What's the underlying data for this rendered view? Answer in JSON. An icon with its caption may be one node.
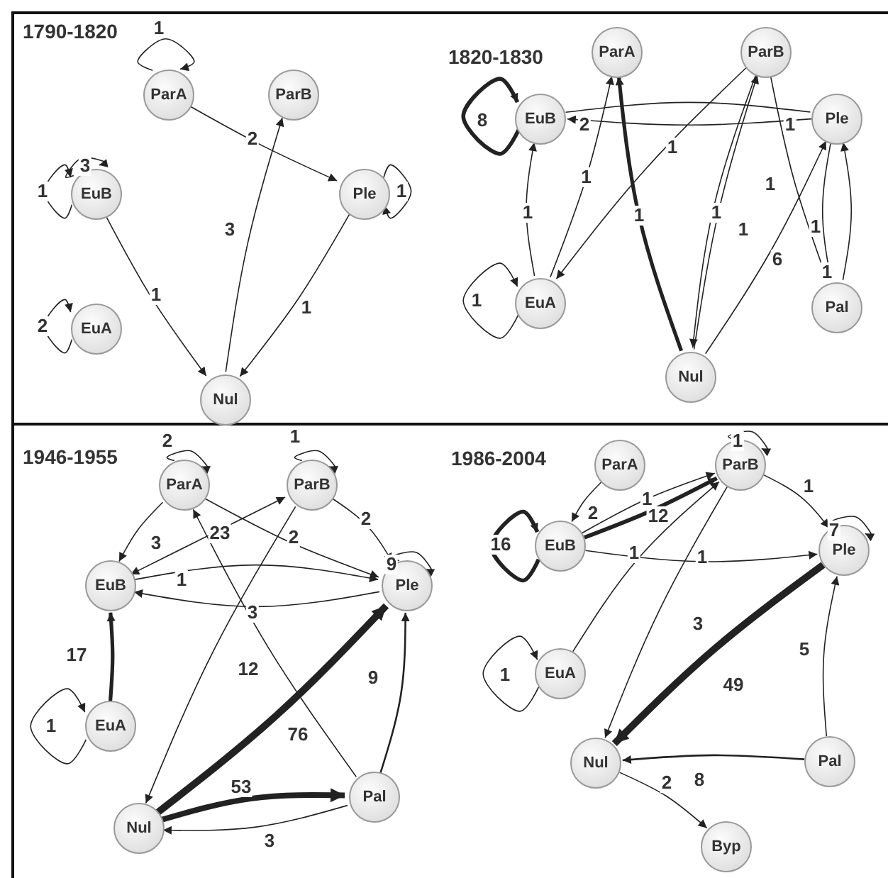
{
  "diagram": {
    "nodes": [
      {
        "text": [
          "1790-1820"
        ]
      },
      {
        "text": [
          "ParA"
        ],
        "in": 0
      },
      {
        "text": [
          "ParB"
        ],
        "in": 0
      },
      {
        "text": [
          "EuB"
        ],
        "in": 0
      },
      {
        "text": [
          "Ple"
        ],
        "in": 0
      },
      {
        "text": [
          "EuA"
        ],
        "in": 0
      },
      {
        "text": [
          "Nul"
        ],
        "in": 0
      },
      {
        "text": [
          "1820-1830"
        ]
      },
      {
        "text": [
          "ParA"
        ],
        "in": 7
      },
      {
        "text": [
          "ParB"
        ],
        "in": 7
      },
      {
        "text": [
          "EuB"
        ],
        "in": 7
      },
      {
        "text": [
          "Ple"
        ],
        "in": 7
      },
      {
        "text": [
          "EuA"
        ],
        "in": 7
      },
      {
        "text": [
          "Pal"
        ],
        "in": 7
      },
      {
        "text": [
          "Nul"
        ],
        "in": 7
      },
      {
        "text": [
          "1946-1955"
        ]
      },
      {
        "text": [
          "ParA"
        ],
        "in": 15
      },
      {
        "text": [
          "ParB"
        ],
        "in": 15
      },
      {
        "text": [
          "EuB"
        ],
        "in": 15
      },
      {
        "text": [
          "Ple"
        ],
        "in": 15
      },
      {
        "text": [
          "EuA"
        ],
        "in": 15
      },
      {
        "text": [
          "Pal"
        ],
        "in": 15
      },
      {
        "text": [
          "Nul"
        ],
        "in": 15
      },
      {
        "text": [
          "1986-2004"
        ]
      },
      {
        "text": [
          "ParA"
        ],
        "in": 23
      },
      {
        "text": [
          "ParB"
        ],
        "in": 23
      },
      {
        "text": [
          "EuB"
        ],
        "in": 23
      },
      {
        "text": [
          "Ple"
        ],
        "in": 23
      },
      {
        "text": [
          "EuA"
        ],
        "in": 23
      },
      {
        "text": [
          "Nul"
        ],
        "in": 23
      },
      {
        "text": [
          "Pal"
        ],
        "in": 23
      },
      {
        "text": [
          "Byp"
        ],
        "in": 23
      }
    ],
    "edges": [
      {
        "from": 1,
        "to": 1,
        "arrow": "to",
        "label": "1"
      },
      {
        "from": 3,
        "to": 3,
        "arrow": "to",
        "label": "3"
      },
      {
        "from": 3,
        "to": 3,
        "arrow": "to",
        "label": "1"
      },
      {
        "from": 4,
        "to": 4,
        "arrow": "to",
        "label": "1"
      },
      {
        "from": 5,
        "to": 5,
        "arrow": "to",
        "label": "2"
      },
      {
        "from": 1,
        "to": 4,
        "arrow": "to",
        "label": "2"
      },
      {
        "from": 3,
        "to": 6,
        "arrow": "to",
        "label": "1"
      },
      {
        "from": 4,
        "to": 6,
        "arrow": "to",
        "label": "1"
      },
      {
        "from": 6,
        "to": 2,
        "arrow": "to",
        "label": "3"
      },
      {
        "from": 10,
        "to": 10,
        "arrow": "to",
        "label": "8",
        "style": "thick"
      },
      {
        "from": 11,
        "to": 10,
        "arrow": "to",
        "label": "2"
      },
      {
        "from": 10,
        "to": 11,
        "arrow": "none",
        "label": "1"
      },
      {
        "from": 12,
        "to": 10,
        "arrow": "to",
        "label": "1"
      },
      {
        "from": 12,
        "to": 8,
        "arrow": "to",
        "label": "1"
      },
      {
        "from": 9,
        "to": 12,
        "arrow": "to",
        "label": "1"
      },
      {
        "from": 14,
        "to": 8,
        "arrow": "to",
        "label": "1",
        "style": "thick"
      },
      {
        "from": 9,
        "to": 14,
        "arrow": "to",
        "label": "1"
      },
      {
        "from": 14,
        "to": 9,
        "arrow": "to",
        "label": "1"
      },
      {
        "from": 9,
        "to": 13,
        "arrow": "to",
        "label": "1"
      },
      {
        "from": 11,
        "to": 13,
        "arrow": "to",
        "label": "1"
      },
      {
        "from": 13,
        "to": 11,
        "arrow": "to",
        "label": "1"
      },
      {
        "from": 14,
        "to": 11,
        "arrow": "to",
        "label": "6"
      },
      {
        "from": 12,
        "to": 12,
        "arrow": "to",
        "label": "1"
      },
      {
        "from": 16,
        "to": 16,
        "arrow": "to",
        "label": "2"
      },
      {
        "from": 17,
        "to": 17,
        "arrow": "to",
        "label": "1"
      },
      {
        "from": 19,
        "to": 19,
        "arrow": "to",
        "label": "9"
      },
      {
        "from": 16,
        "to": 18,
        "arrow": "to",
        "label": "3"
      },
      {
        "from": 18,
        "to": 17,
        "arrow": "both",
        "label": "23"
      },
      {
        "from": 16,
        "to": 19,
        "arrow": "to",
        "label": "2"
      },
      {
        "from": 17,
        "to": 19,
        "arrow": "to",
        "label": "2"
      },
      {
        "from": 18,
        "to": 19,
        "arrow": "to",
        "label": "1"
      },
      {
        "from": 19,
        "to": 18,
        "arrow": "to",
        "label": "3"
      },
      {
        "from": 20,
        "to": 18,
        "arrow": "to",
        "label": "17",
        "style": "thick"
      },
      {
        "from": 20,
        "to": 20,
        "arrow": "to",
        "label": "1"
      },
      {
        "from": 17,
        "to": 22,
        "arrow": "to",
        "label": "12"
      },
      {
        "from": 21,
        "to": 16,
        "arrow": "to"
      },
      {
        "from": 22,
        "to": 19,
        "arrow": "to",
        "label": "76",
        "style": "thick"
      },
      {
        "from": 22,
        "to": 21,
        "arrow": "to",
        "label": "53",
        "style": "thick"
      },
      {
        "from": 21,
        "to": 22,
        "arrow": "to",
        "label": "3"
      },
      {
        "from": 21,
        "to": 19,
        "arrow": "to",
        "label": "9"
      },
      {
        "from": 25,
        "to": 25,
        "arrow": "to",
        "label": "1"
      },
      {
        "from": 27,
        "to": 27,
        "arrow": "to",
        "label": "7"
      },
      {
        "from": 26,
        "to": 26,
        "arrow": "to",
        "label": "16",
        "style": "thick"
      },
      {
        "from": 28,
        "to": 28,
        "arrow": "to",
        "label": "1"
      },
      {
        "from": 24,
        "to": 26,
        "arrow": "to",
        "label": "2"
      },
      {
        "from": 26,
        "to": 25,
        "arrow": "to",
        "label": "12",
        "style": "thick"
      },
      {
        "from": 26,
        "to": 25,
        "arrow": "to",
        "label": "1"
      },
      {
        "from": 28,
        "to": 25,
        "arrow": "to",
        "label": "1"
      },
      {
        "from": 26,
        "to": 27,
        "arrow": "to",
        "label": "1"
      },
      {
        "from": 25,
        "to": 27,
        "arrow": "to",
        "label": "1"
      },
      {
        "from": 25,
        "to": 29,
        "arrow": "to",
        "label": "3"
      },
      {
        "from": 27,
        "to": 29,
        "arrow": "to",
        "label": "49",
        "style": "thick"
      },
      {
        "from": 30,
        "to": 27,
        "arrow": "to",
        "label": "5"
      },
      {
        "from": 30,
        "to": 29,
        "arrow": "to",
        "label": "8"
      },
      {
        "from": 29,
        "to": 31,
        "arrow": "to",
        "label": "2"
      }
    ]
  }
}
